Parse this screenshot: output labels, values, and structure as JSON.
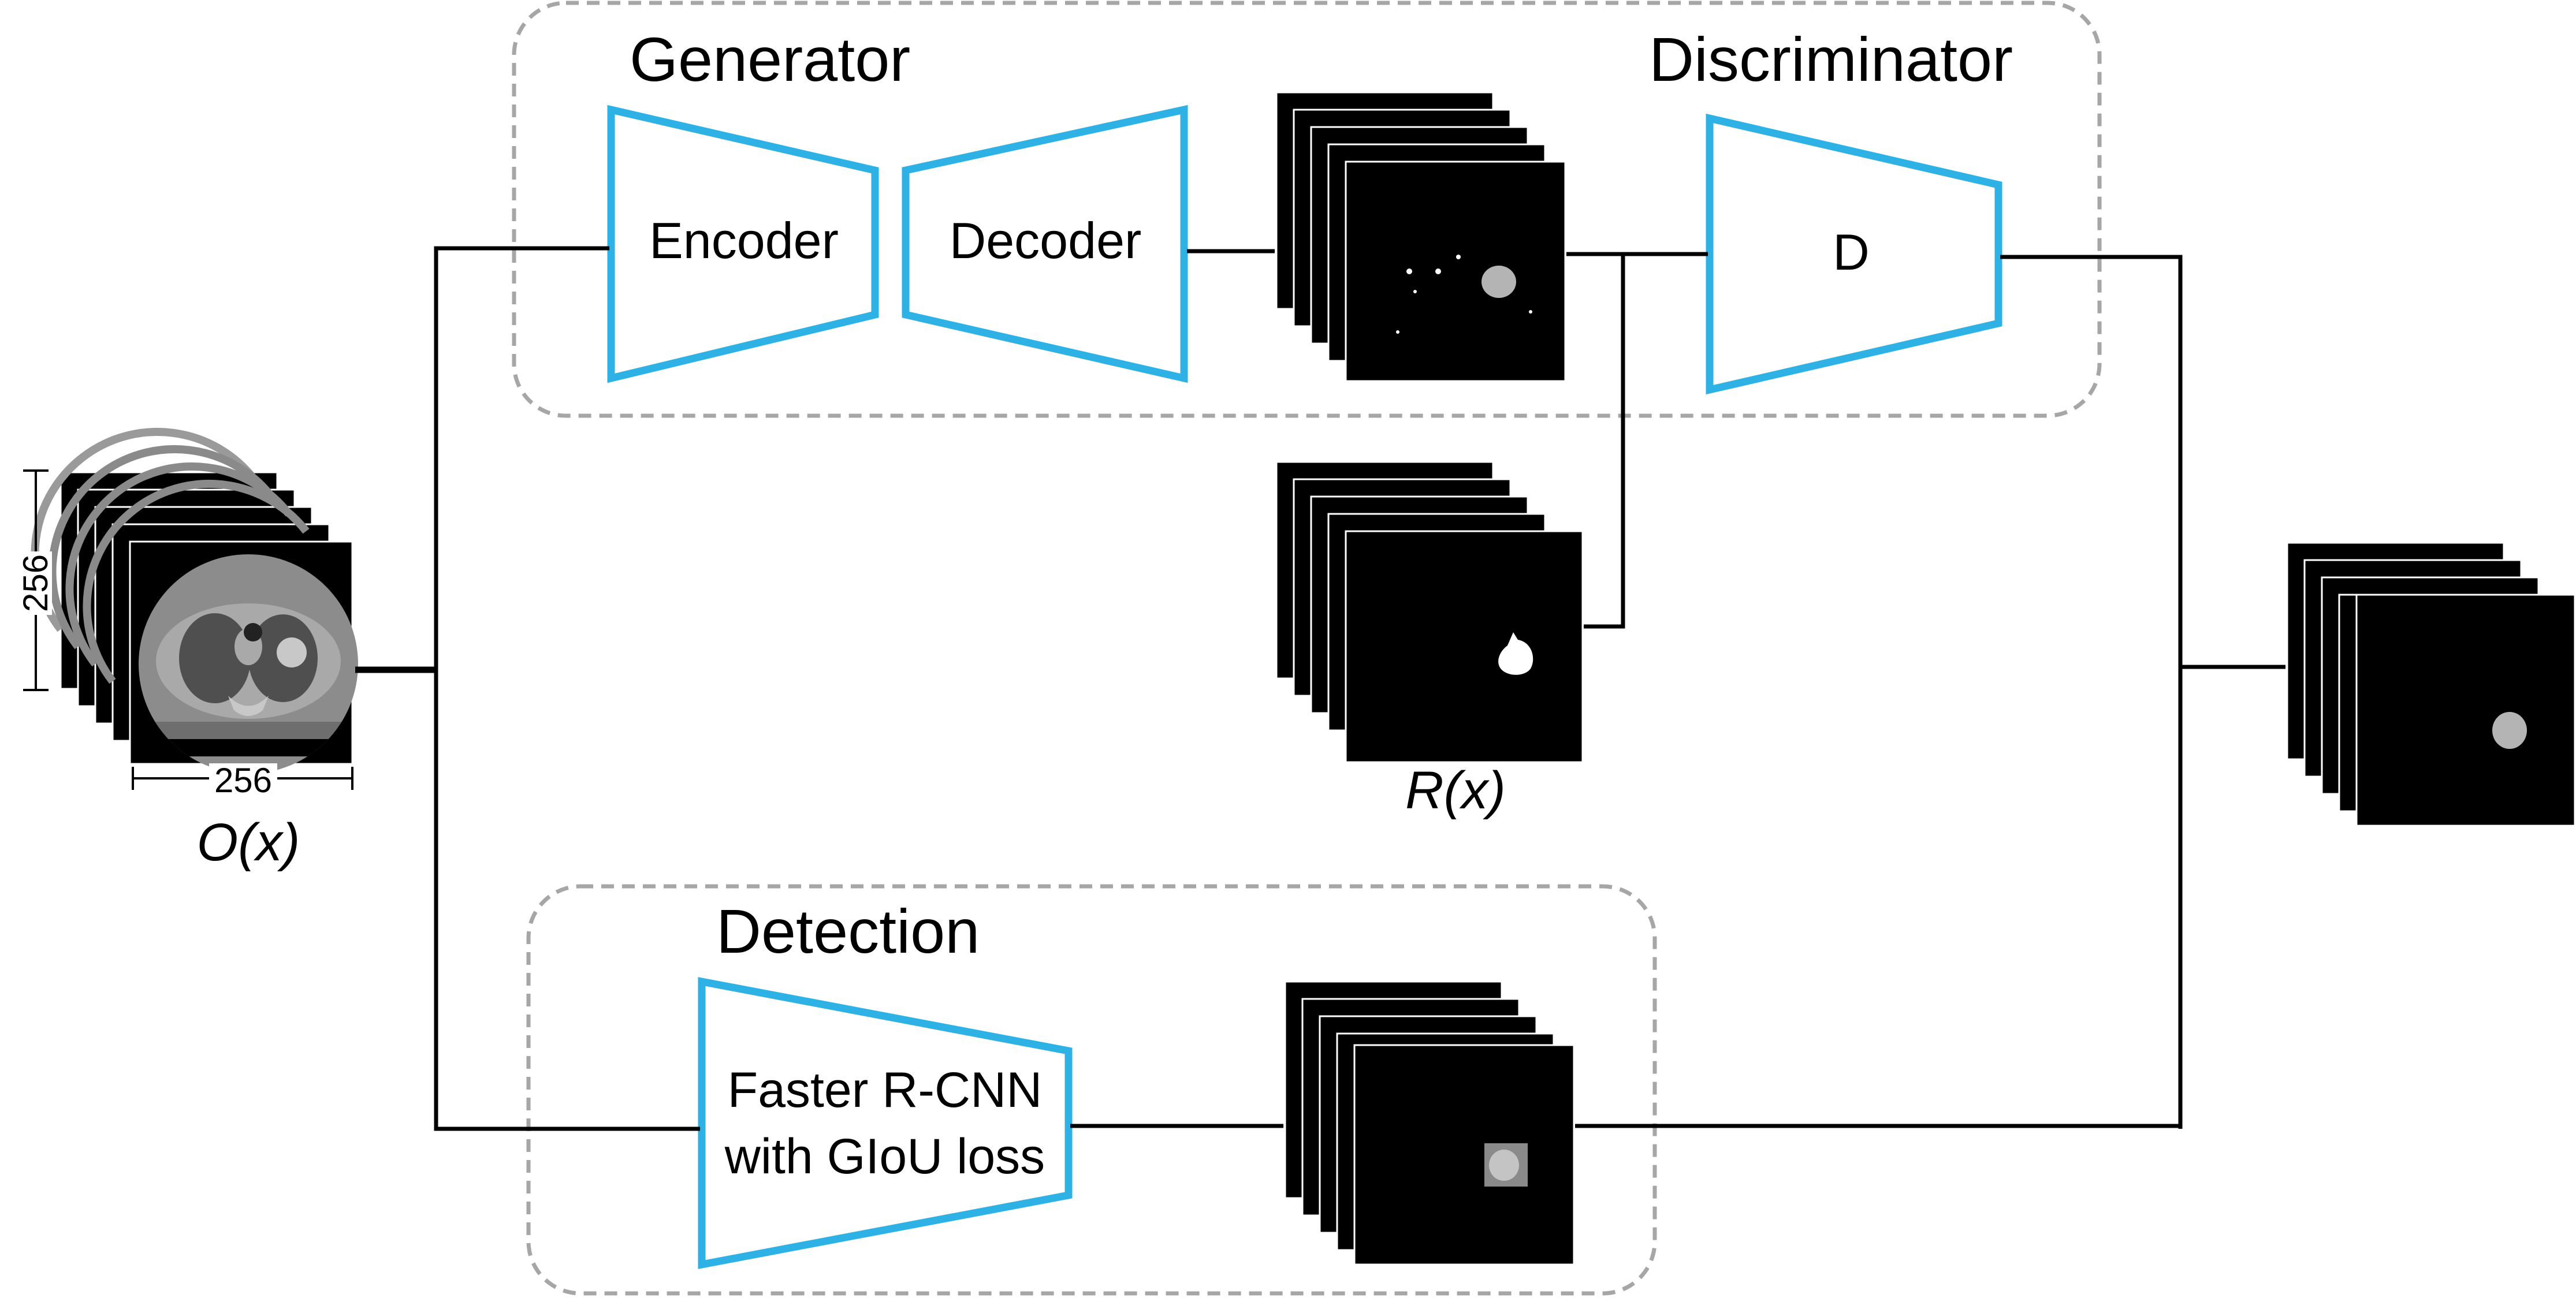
{
  "colors": {
    "module_outline": "#2eb2e6",
    "group_border": "#a6a6a6",
    "image_fill": "#000000",
    "lesion_gray": "#b4b4b4",
    "arrow": "#000000"
  },
  "groups": {
    "generator": "Generator",
    "discriminator": "Discriminator",
    "detection": "Detection"
  },
  "modules": {
    "encoder": "Encoder",
    "decoder": "Decoder",
    "discriminator": "D",
    "detector_line1": "Faster R-CNN",
    "detector_line2": "with GIoU loss"
  },
  "images": {
    "input_label": "O(x)",
    "reference_label": "R(x)",
    "input_width": "256",
    "input_height": "256"
  }
}
